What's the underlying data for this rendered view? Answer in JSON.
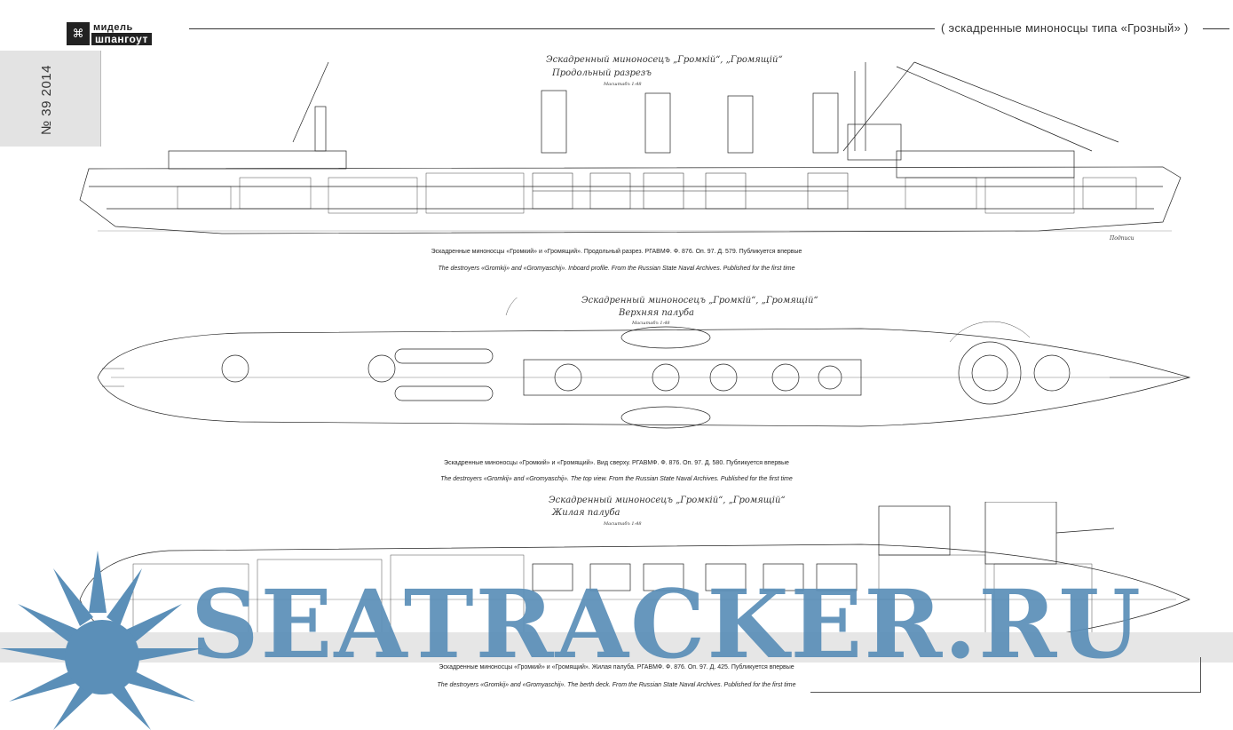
{
  "header": {
    "logo_icon": "ship-frame-icon",
    "logo_line1": "мидель",
    "logo_line2": "шпангоут",
    "series_title": "( эскадренные миноносцы типа «Грозный» )"
  },
  "issue": {
    "number_text": "№ 39  2014"
  },
  "drawings": [
    {
      "title_line1": "Эскадренный миноносецъ „Громкій“, „Громящій“",
      "title_line2": "Продольный разрезъ",
      "scale": "Масштабъ 1:48",
      "caption_ru": "Эскадренные миноносцы «Громкий» и «Громящий». Продольный разрез. РГАВМФ. Ф. 876. Оп. 97. Д. 579. Публикуется впервые",
      "caption_en": "The destroyers «Gromkij» and «Gromyaschij». Inboard profile. From the Russian State Naval Archives. Published for the first time"
    },
    {
      "title_line1": "Эскадренный миноносецъ „Громкій“, „Громящій“",
      "title_line2": "Верхняя палуба",
      "scale": "Масштабъ 1:48",
      "caption_ru": "Эскадренные миноносцы «Громкий» и «Громящий». Вид сверху. РГАВМФ. Ф. 876. Оп. 97. Д. 580. Публикуется впервые",
      "caption_en": "The destroyers «Gromkij» and «Gromyaschij». The top view. From the Russian State Naval Archives. Published for the first time"
    },
    {
      "title_line1": "Эскадренный миноносецъ „Громкій“, „Громящій“",
      "title_line2": "Жилая палуба",
      "scale": "Масштабъ 1:48",
      "caption_ru": "Эскадренные миноносцы «Громкий» и «Громящий». Жилая палуба. РГАВМФ. Ф. 876. Оп. 97. Д. 425. Публикуется впервые",
      "caption_en": "The destroyers «Gromkij» and «Gromyaschij». The berth deck. From the Russian State Naval Archives. Published for the first time"
    }
  ],
  "watermark": {
    "text": "SEATRACKER.RU",
    "color": "#5b8fb8",
    "icon": "sun-burst-icon"
  }
}
